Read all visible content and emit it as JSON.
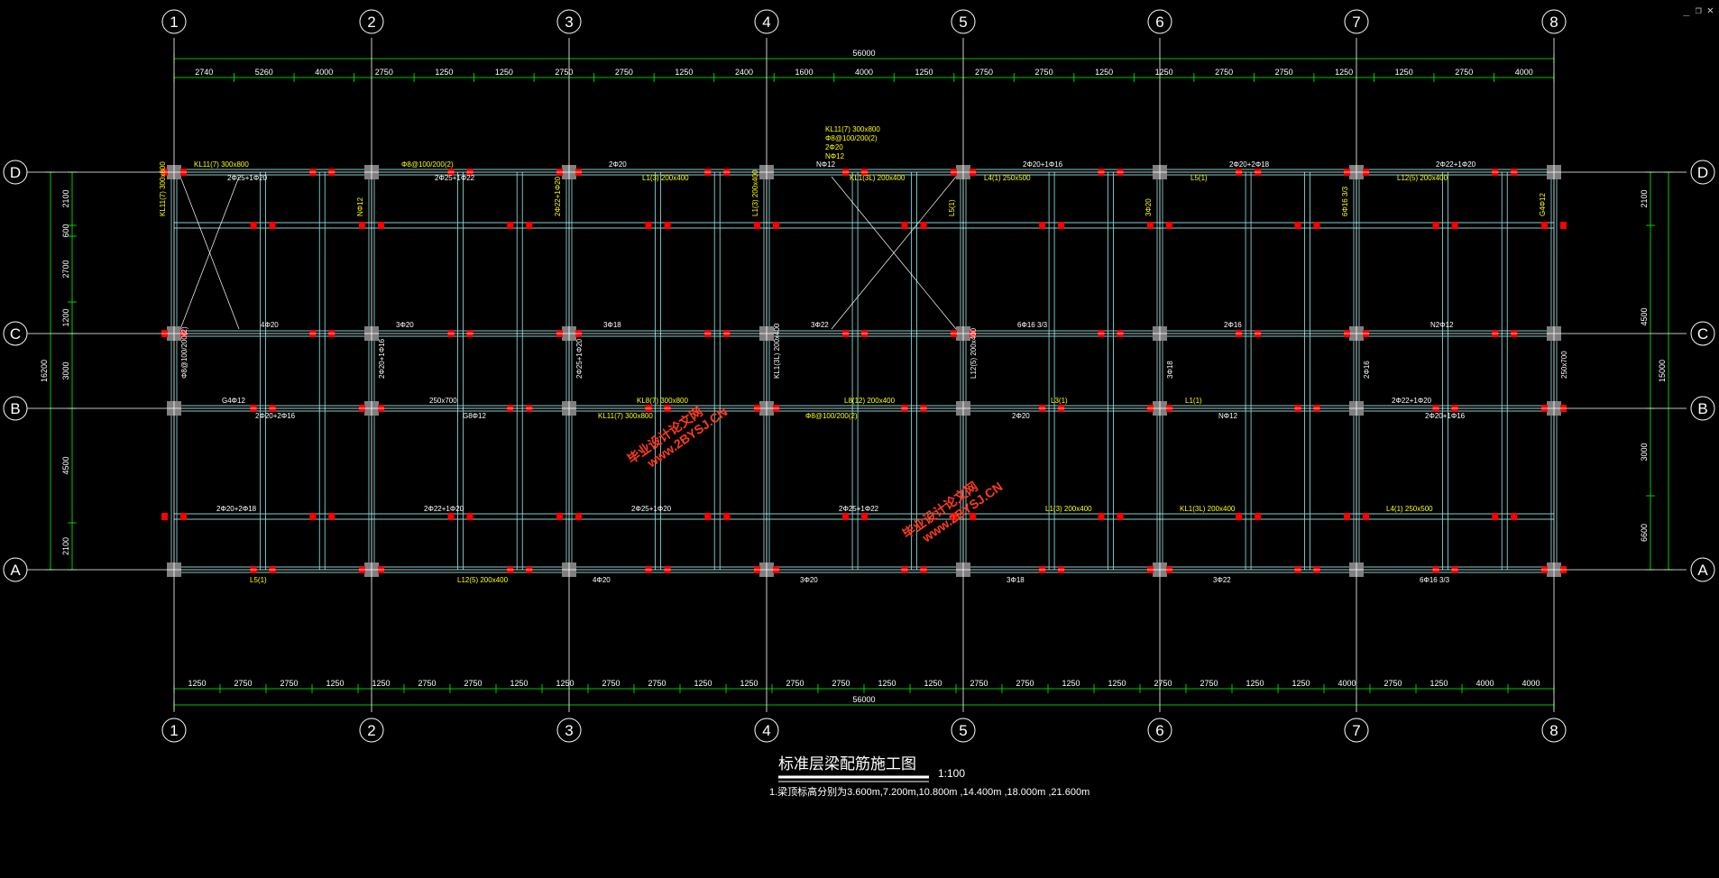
{
  "window_controls": {
    "minimize": "_",
    "restore": "❐",
    "close": "✕"
  },
  "title": {
    "main": "标准层梁配筋施工图",
    "scale": "1:100",
    "note": "1.梁顶标高分别为3.600m,7.200m,10.800m ,14.400m ,18.000m ,21.600m"
  },
  "axes": {
    "columns": [
      "1",
      "2",
      "3",
      "4",
      "5",
      "6",
      "7",
      "8"
    ],
    "rows": [
      "D",
      "C",
      "B",
      "A"
    ]
  },
  "dims": {
    "overall_top": "56000",
    "overall_bottom": "56000",
    "top_segments": [
      "2740",
      "5260",
      "4000",
      "2750",
      "1250",
      "1250",
      "2750",
      "2750",
      "1250",
      "2400",
      "1600",
      "4000",
      "1250",
      "2750",
      "2750",
      "1250",
      "1250",
      "2750",
      "2750",
      "1250",
      "1250",
      "2750",
      "4000"
    ],
    "bottom_segments": [
      "1250",
      "2750",
      "2750",
      "1250",
      "1250",
      "2750",
      "2750",
      "1250",
      "1250",
      "2750",
      "2750",
      "1250",
      "1250",
      "2750",
      "2750",
      "1250",
      "1250",
      "2750",
      "2750",
      "1250",
      "1250",
      "2750",
      "2750",
      "1250",
      "1250",
      "4000",
      "2750",
      "1250",
      "4000",
      "4000"
    ],
    "left_overall": "16200",
    "left_segments": [
      "2100",
      "600",
      "2700",
      "1200",
      "3000",
      "4500",
      "2100"
    ],
    "right_overall": "15000",
    "right_segments": [
      "2100",
      "4500",
      "3000",
      "6600"
    ]
  },
  "beam_labels": [
    "KL11(7) 300x800",
    "Φ8@100/200(2)",
    "2Φ20",
    "NΦ12",
    "2Φ20+1Φ16",
    "2Φ20+2Φ18",
    "2Φ22+1Φ20",
    "2Φ25+1Φ20",
    "2Φ25+1Φ22",
    "L1(3) 200x400",
    "KL1(3L) 200x400",
    "L4(1) 250x500",
    "L5(1)",
    "L12(5) 200x400",
    "4Φ20",
    "3Φ20",
    "3Φ18",
    "3Φ22",
    "6Φ16 3/3",
    "2Φ16",
    "N2Φ12",
    "G4Φ12",
    "250x700",
    "KL8(7) 300x800",
    "L8(12) 200x400",
    "L3(1)",
    "L1(1)",
    "2Φ22+1Φ20",
    "2Φ20+2Φ16",
    "G8Φ12"
  ],
  "watermarks": [
    "毕业设计论文网",
    "www.2BYSJ.CN"
  ],
  "colors": {
    "background": "#000000",
    "dimension": "#00ff00",
    "axis": "#ffffff",
    "beam": "#7fd1d1",
    "column": "#808080",
    "rebar": "#ff0000",
    "label": "#ffff00",
    "watermark": "#ff3b1f"
  }
}
